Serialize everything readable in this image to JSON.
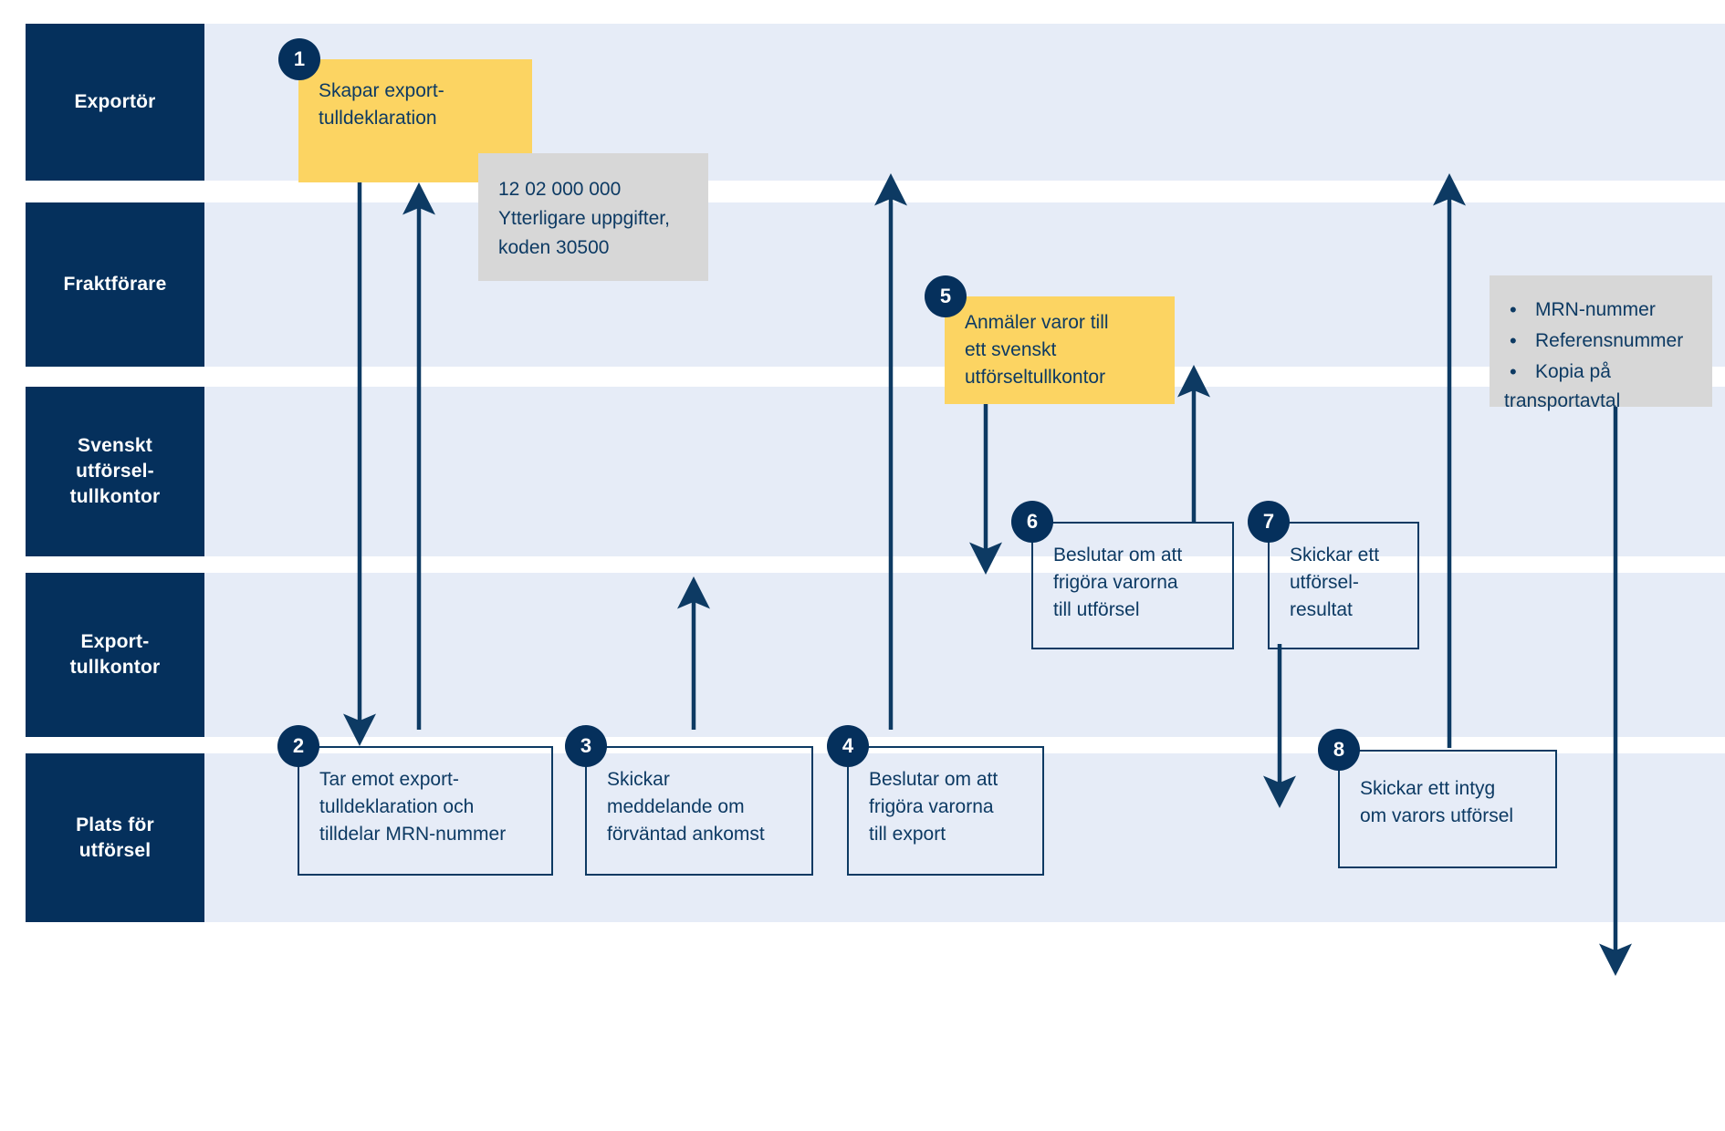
{
  "colors": {
    "lane_header_bg": "#05305c",
    "lane_body_bg": "#e6ecf7",
    "accent_yellow": "#fcd462",
    "callout_grey": "#d7d7d7",
    "line": "#0d3a63",
    "page_bg": "#ffffff"
  },
  "lanes": [
    {
      "id": "exportor",
      "label": "Exportör"
    },
    {
      "id": "fraktforare",
      "label": "Fraktförare"
    },
    {
      "id": "svenskt-utforsel",
      "label": "Svenskt\nutförsel-\ntullkontor"
    },
    {
      "id": "export-tullkontor",
      "label": "Export-\ntullkontor"
    },
    {
      "id": "plats-for-utforsel",
      "label": "Plats för\nutförsel"
    }
  ],
  "steps": [
    {
      "number": "1",
      "lane": "exportor",
      "style": "filled",
      "lines": [
        "Skapar export-",
        "tulldeklaration"
      ]
    },
    {
      "number": "2",
      "lane": "export-tullkontor",
      "style": "outline",
      "lines": [
        "Tar emot export-",
        "tulldeklaration och",
        "tilldelar MRN-nummer"
      ]
    },
    {
      "number": "3",
      "lane": "export-tullkontor",
      "style": "outline",
      "lines": [
        "Skickar",
        "meddelande om",
        "förväntad ankomst"
      ]
    },
    {
      "number": "4",
      "lane": "export-tullkontor",
      "style": "outline",
      "lines": [
        "Beslutar om att",
        "frigöra varorna",
        "till export"
      ]
    },
    {
      "number": "5",
      "lane": "fraktforare",
      "style": "filled",
      "lines": [
        "Anmäler varor till",
        "ett svenskt",
        "utförseltullkontor"
      ]
    },
    {
      "number": "6",
      "lane": "svenskt-utforsel",
      "style": "outline",
      "lines": [
        "Beslutar om att",
        "frigöra varorna",
        "till utförsel"
      ]
    },
    {
      "number": "7",
      "lane": "svenskt-utforsel",
      "style": "outline",
      "lines": [
        "Skickar ett",
        "utförsel-",
        "resultat"
      ]
    },
    {
      "number": "8",
      "lane": "export-tullkontor",
      "style": "outline",
      "lines": [
        "Skickar ett intyg",
        "om varors utförsel"
      ]
    }
  ],
  "callouts": [
    {
      "id": "callout-extra-uppgifter",
      "type": "lines",
      "lines": [
        "12 02 000 000",
        "Ytterligare uppgifter,",
        "koden 30500"
      ]
    },
    {
      "id": "callout-handlingar",
      "type": "bullets",
      "bullets": [
        [
          "MRN-nummer"
        ],
        [
          "Referensnummer"
        ],
        [
          "Kopia på",
          "transportavtal"
        ]
      ]
    }
  ]
}
